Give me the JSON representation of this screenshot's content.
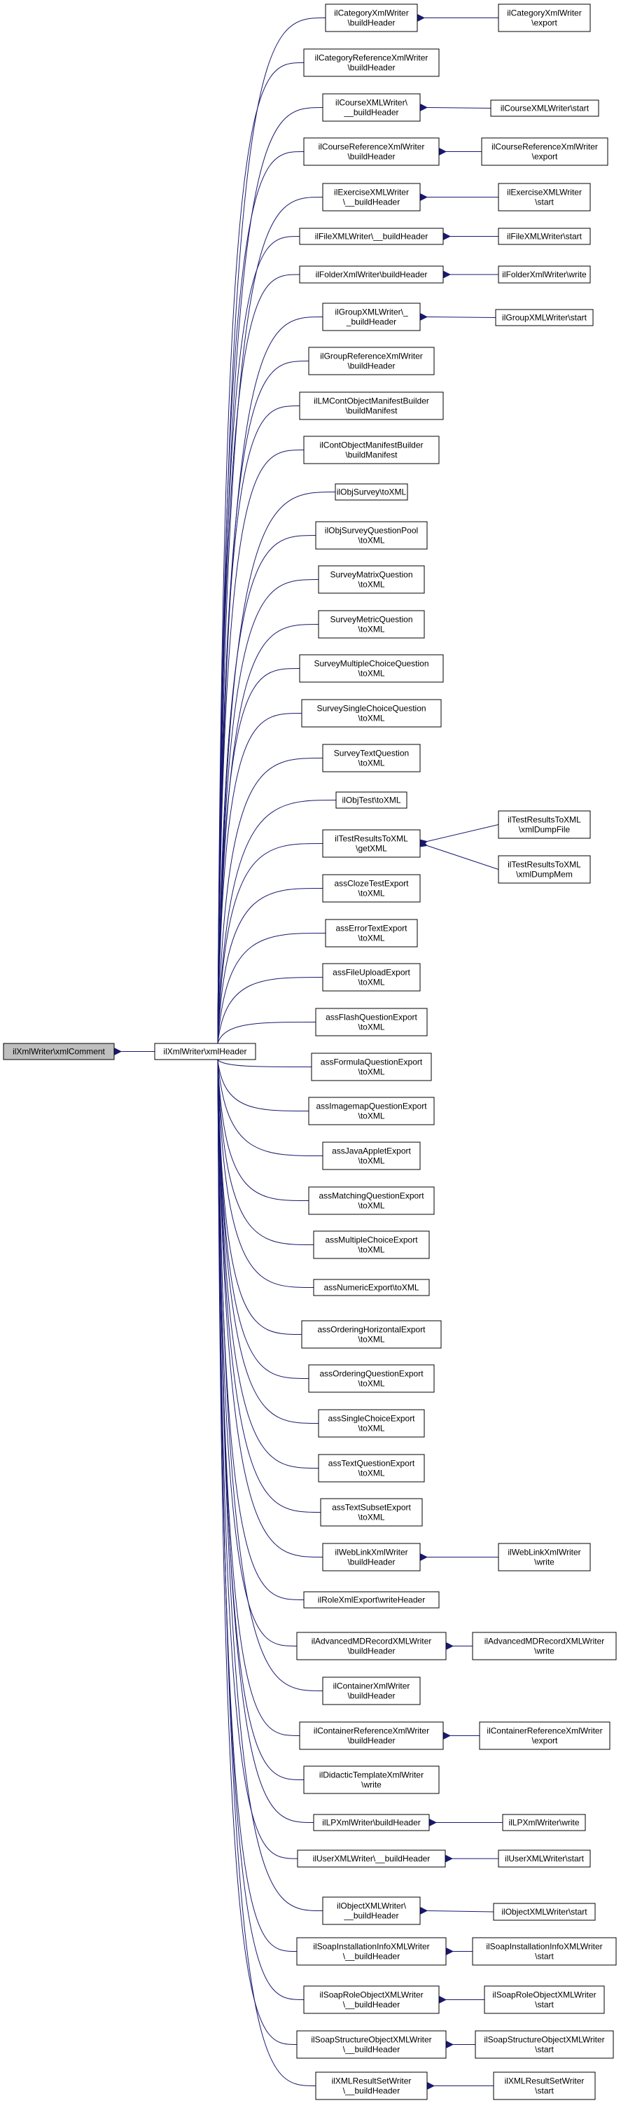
{
  "root": {
    "id": "root",
    "lines": [
      "ilXmlWriter\\xmlComment"
    ]
  },
  "hub": {
    "id": "hub",
    "lines": [
      "ilXmlWriter\\xmlHeader"
    ]
  },
  "callers": [
    {
      "id": "c0",
      "lines": [
        "ilCategoryXmlWriter",
        "\\buildHeader"
      ]
    },
    {
      "id": "c1",
      "lines": [
        "ilCategoryReferenceXmlWriter",
        "\\buildHeader"
      ]
    },
    {
      "id": "c2",
      "lines": [
        "ilCourseXMLWriter\\",
        "__buildHeader"
      ]
    },
    {
      "id": "c3",
      "lines": [
        "ilCourseReferenceXmlWriter",
        "\\buildHeader"
      ]
    },
    {
      "id": "c4",
      "lines": [
        "ilExerciseXMLWriter",
        "\\__buildHeader"
      ]
    },
    {
      "id": "c5",
      "lines": [
        "ilFileXMLWriter\\__buildHeader"
      ]
    },
    {
      "id": "c6",
      "lines": [
        "ilFolderXmlWriter\\buildHeader"
      ]
    },
    {
      "id": "c7",
      "lines": [
        "ilGroupXMLWriter\\_",
        "_buildHeader"
      ]
    },
    {
      "id": "c8",
      "lines": [
        "ilGroupReferenceXmlWriter",
        "\\buildHeader"
      ]
    },
    {
      "id": "c9",
      "lines": [
        "ilLMContObjectManifestBuilder",
        "\\buildManifest"
      ]
    },
    {
      "id": "c10",
      "lines": [
        "ilContObjectManifestBuilder",
        "\\buildManifest"
      ]
    },
    {
      "id": "c11",
      "lines": [
        "ilObjSurvey\\toXML"
      ]
    },
    {
      "id": "c12",
      "lines": [
        "ilObjSurveyQuestionPool",
        "\\toXML"
      ]
    },
    {
      "id": "c13",
      "lines": [
        "SurveyMatrixQuestion",
        "\\toXML"
      ]
    },
    {
      "id": "c14",
      "lines": [
        "SurveyMetricQuestion",
        "\\toXML"
      ]
    },
    {
      "id": "c15",
      "lines": [
        "SurveyMultipleChoiceQuestion",
        "\\toXML"
      ]
    },
    {
      "id": "c16",
      "lines": [
        "SurveySingleChoiceQuestion",
        "\\toXML"
      ]
    },
    {
      "id": "c17",
      "lines": [
        "SurveyTextQuestion",
        "\\toXML"
      ]
    },
    {
      "id": "c18",
      "lines": [
        "ilObjTest\\toXML"
      ]
    },
    {
      "id": "c19",
      "lines": [
        "ilTestResultsToXML",
        "\\getXML"
      ]
    },
    {
      "id": "c20",
      "lines": [
        "assClozeTestExport",
        "\\toXML"
      ]
    },
    {
      "id": "c21",
      "lines": [
        "assErrorTextExport",
        "\\toXML"
      ]
    },
    {
      "id": "c22",
      "lines": [
        "assFileUploadExport",
        "\\toXML"
      ]
    },
    {
      "id": "c23",
      "lines": [
        "assFlashQuestionExport",
        "\\toXML"
      ]
    },
    {
      "id": "c24",
      "lines": [
        "assFormulaQuestionExport",
        "\\toXML"
      ]
    },
    {
      "id": "c25",
      "lines": [
        "assImagemapQuestionExport",
        "\\toXML"
      ]
    },
    {
      "id": "c26",
      "lines": [
        "assJavaAppletExport",
        "\\toXML"
      ]
    },
    {
      "id": "c27",
      "lines": [
        "assMatchingQuestionExport",
        "\\toXML"
      ]
    },
    {
      "id": "c28",
      "lines": [
        "assMultipleChoiceExport",
        "\\toXML"
      ]
    },
    {
      "id": "c29",
      "lines": [
        "assNumericExport\\toXML"
      ]
    },
    {
      "id": "c30",
      "lines": [
        "assOrderingHorizontalExport",
        "\\toXML"
      ]
    },
    {
      "id": "c31",
      "lines": [
        "assOrderingQuestionExport",
        "\\toXML"
      ]
    },
    {
      "id": "c32",
      "lines": [
        "assSingleChoiceExport",
        "\\toXML"
      ]
    },
    {
      "id": "c33",
      "lines": [
        "assTextQuestionExport",
        "\\toXML"
      ]
    },
    {
      "id": "c34",
      "lines": [
        "assTextSubsetExport",
        "\\toXML"
      ]
    },
    {
      "id": "c35",
      "lines": [
        "ilWebLinkXmlWriter",
        "\\buildHeader"
      ]
    },
    {
      "id": "c36",
      "lines": [
        "ilRoleXmlExport\\writeHeader"
      ]
    },
    {
      "id": "c37",
      "lines": [
        "ilAdvancedMDRecordXMLWriter",
        "\\buildHeader"
      ]
    },
    {
      "id": "c38",
      "lines": [
        "ilContainerXmlWriter",
        "\\buildHeader"
      ]
    },
    {
      "id": "c39",
      "lines": [
        "ilContainerReferenceXmlWriter",
        "\\buildHeader"
      ]
    },
    {
      "id": "c40",
      "lines": [
        "ilDidacticTemplateXmlWriter",
        "\\write"
      ]
    },
    {
      "id": "c41",
      "lines": [
        "ilLPXmlWriter\\buildHeader"
      ]
    },
    {
      "id": "c42",
      "lines": [
        "ilUserXMLWriter\\__buildHeader"
      ]
    },
    {
      "id": "c43",
      "lines": [
        "ilObjectXMLWriter\\",
        "__buildHeader"
      ]
    },
    {
      "id": "c44",
      "lines": [
        "ilSoapInstallationInfoXMLWriter",
        "\\__buildHeader"
      ]
    },
    {
      "id": "c45",
      "lines": [
        "ilSoapRoleObjectXMLWriter",
        "\\__buildHeader"
      ]
    },
    {
      "id": "c46",
      "lines": [
        "ilSoapStructureObjectXMLWriter",
        "\\__buildHeader"
      ]
    },
    {
      "id": "c47",
      "lines": [
        "ilXMLResultSetWriter",
        "\\__buildHeader"
      ]
    }
  ],
  "outer": [
    {
      "id": "o0",
      "from": "c0",
      "lines": [
        "ilCategoryXmlWriter",
        "\\export"
      ]
    },
    {
      "id": "o1",
      "from": "c2",
      "lines": [
        "ilCourseXMLWriter\\start"
      ]
    },
    {
      "id": "o2",
      "from": "c3",
      "lines": [
        "ilCourseReferenceXmlWriter",
        "\\export"
      ]
    },
    {
      "id": "o3",
      "from": "c4",
      "lines": [
        "ilExerciseXMLWriter",
        "\\start"
      ]
    },
    {
      "id": "o4",
      "from": "c5",
      "lines": [
        "ilFileXMLWriter\\start"
      ]
    },
    {
      "id": "o5",
      "from": "c6",
      "lines": [
        "ilFolderXmlWriter\\write"
      ]
    },
    {
      "id": "o6",
      "from": "c7",
      "lines": [
        "ilGroupXMLWriter\\start"
      ]
    },
    {
      "id": "o7",
      "from": "c19",
      "lines": [
        "ilTestResultsToXML",
        "\\xmlDumpFile"
      ]
    },
    {
      "id": "o8",
      "from": "c19",
      "lines": [
        "ilTestResultsToXML",
        "\\xmlDumpMem"
      ]
    },
    {
      "id": "o9",
      "from": "c35",
      "lines": [
        "ilWebLinkXmlWriter",
        "\\write"
      ]
    },
    {
      "id": "o10",
      "from": "c37",
      "lines": [
        "ilAdvancedMDRecordXMLWriter",
        "\\write"
      ]
    },
    {
      "id": "o11",
      "from": "c39",
      "lines": [
        "ilContainerReferenceXmlWriter",
        "\\export"
      ]
    },
    {
      "id": "o12",
      "from": "c41",
      "lines": [
        "ilLPXmlWriter\\write"
      ]
    },
    {
      "id": "o13",
      "from": "c42",
      "lines": [
        "ilUserXMLWriter\\start"
      ]
    },
    {
      "id": "o14",
      "from": "c43",
      "lines": [
        "ilObjectXMLWriter\\start"
      ]
    },
    {
      "id": "o15",
      "from": "c44",
      "lines": [
        "ilSoapInstallationInfoXMLWriter",
        "\\start"
      ]
    },
    {
      "id": "o16",
      "from": "c45",
      "lines": [
        "ilSoapRoleObjectXMLWriter",
        "\\start"
      ]
    },
    {
      "id": "o17",
      "from": "c46",
      "lines": [
        "ilSoapStructureObjectXMLWriter",
        "\\start"
      ]
    },
    {
      "id": "o18",
      "from": "c47",
      "lines": [
        "ilXMLResultSetWriter",
        "\\start"
      ]
    }
  ]
}
